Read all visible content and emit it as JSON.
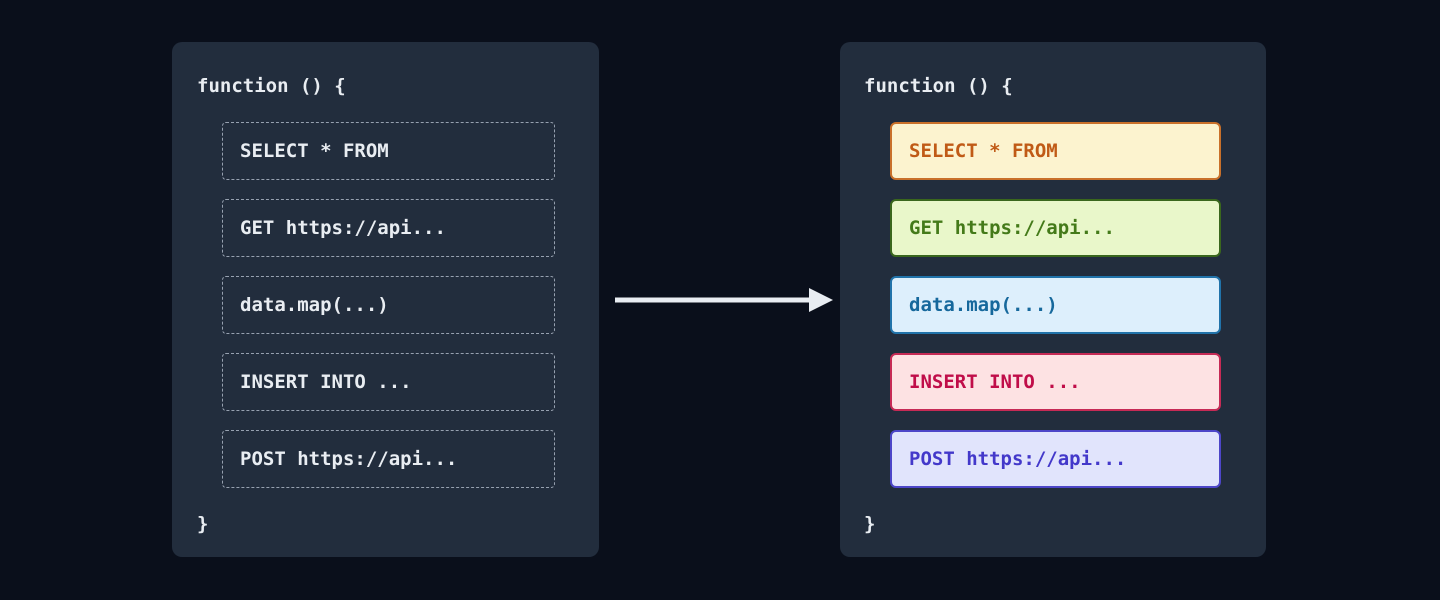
{
  "palette": {
    "page_bg": "#0a0f1b",
    "panel_bg": "#222d3d",
    "text_light": "#e9edf2",
    "dashed_border": "#97a1b0",
    "arrow": "#e9edf2"
  },
  "left_panel": {
    "header": "function () {",
    "footer": "}",
    "items": [
      {
        "label": "SELECT * FROM"
      },
      {
        "label": "GET https://api..."
      },
      {
        "label": "data.map(...)"
      },
      {
        "label": "INSERT INTO ..."
      },
      {
        "label": "POST https://api..."
      }
    ]
  },
  "right_panel": {
    "header": "function () {",
    "footer": "}",
    "items": [
      {
        "label": "SELECT * FROM",
        "bg": "#fcf3cf",
        "border": "#c9702a",
        "text": "#c05a16"
      },
      {
        "label": "GET https://api...",
        "bg": "#e9f7ca",
        "border": "#3a671d",
        "text": "#447a19"
      },
      {
        "label": "data.map(...)",
        "bg": "#ddeffc",
        "border": "#2173aa",
        "text": "#16689c"
      },
      {
        "label": "INSERT INTO ...",
        "bg": "#fde2e3",
        "border": "#c62a55",
        "text": "#c00d49"
      },
      {
        "label": "POST https://api...",
        "bg": "#e1e4fc",
        "border": "#4d46c8",
        "text": "#4338ca"
      }
    ]
  }
}
